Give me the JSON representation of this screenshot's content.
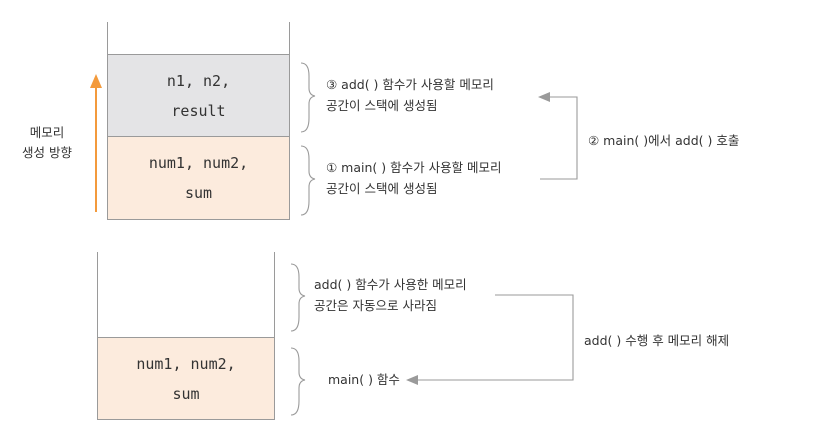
{
  "colors": {
    "gray_block": "#e4e4e6",
    "peach_block": "#fcebdd",
    "arrow_orange": "#f39a3c",
    "line_gray": "#9a9a9a"
  },
  "side_label": "메모리\n생성 방향",
  "top_stack": {
    "add_block": "n1, n2,\nresult",
    "main_block": "num1, num2,\nsum",
    "add_label": "③ add( ) 함수가 사용할 메모리\n공간이 스택에 생성됨",
    "main_label": "① main( ) 함수가 사용할 메모리\n공간이 스택에 생성됨",
    "call_label": "② main( )에서 add( ) 호출"
  },
  "bottom_stack": {
    "main_block": "num1, num2,\nsum",
    "freed_label": "add( ) 함수가 사용한 메모리\n공간은 자동으로 사라짐",
    "main_label": "main( ) 함수",
    "release_label": "add( ) 수행 후 메모리 해제"
  }
}
